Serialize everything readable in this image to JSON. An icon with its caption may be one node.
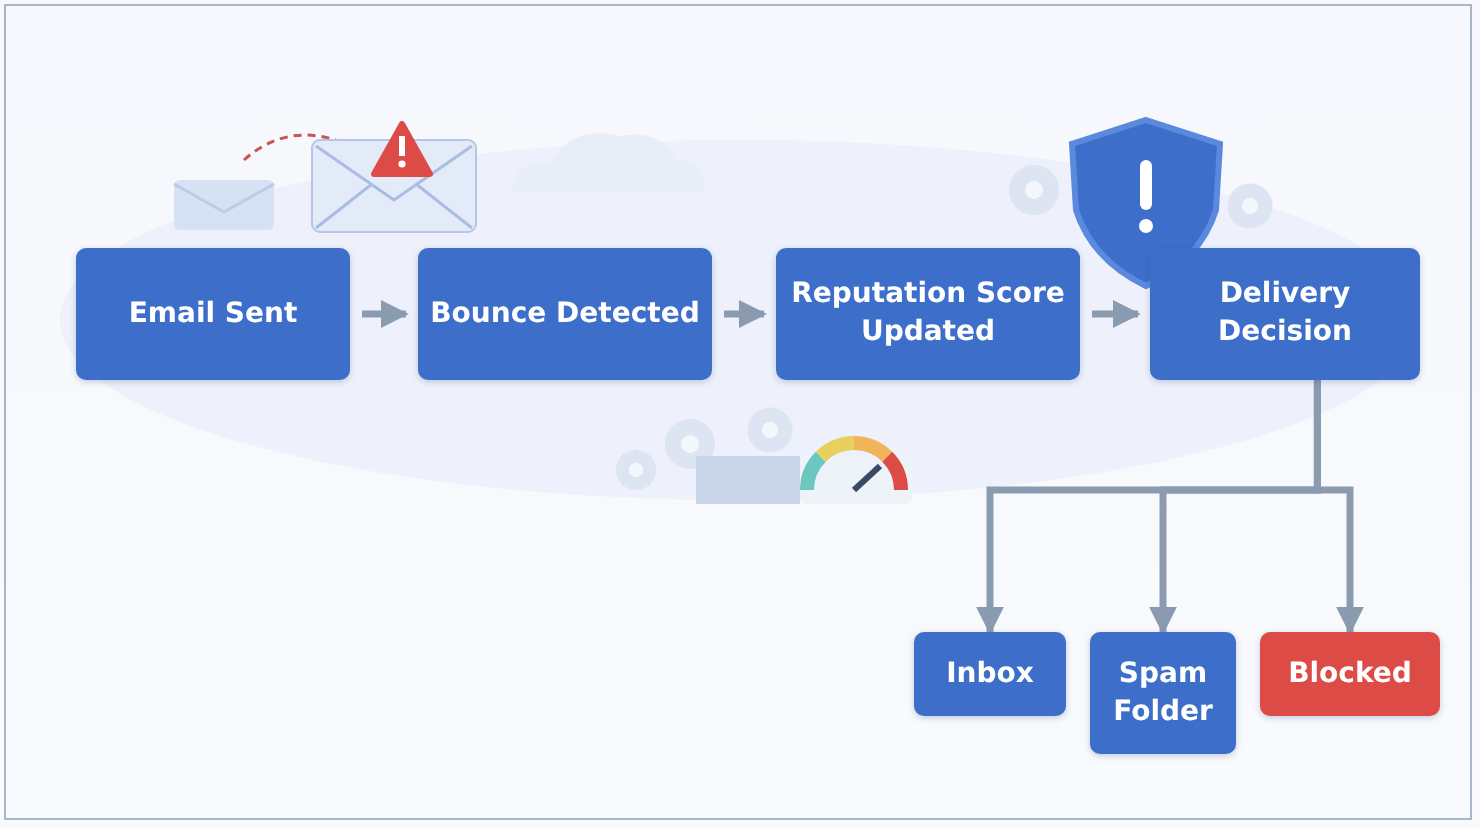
{
  "diagram": {
    "nodes": [
      {
        "text": [
          "Email Sent"
        ]
      },
      {
        "text": [
          "Bounce Detected"
        ]
      },
      {
        "text": [
          "Reputation Score Updated"
        ]
      },
      {
        "text": [
          "Delivery Decision"
        ]
      },
      {
        "text": [
          "Inbox"
        ]
      },
      {
        "text": [
          "Spam Folder"
        ]
      },
      {
        "text": [
          "Blocked"
        ]
      }
    ],
    "edges": [
      {
        "from": 0,
        "to": 1,
        "arrow": "to"
      },
      {
        "from": 1,
        "to": 2,
        "arrow": "to"
      },
      {
        "from": 2,
        "to": 3,
        "arrow": "to"
      },
      {
        "from": 3,
        "to": 4,
        "arrow": "to"
      },
      {
        "from": 3,
        "to": 5,
        "arrow": "to"
      },
      {
        "from": 3,
        "to": 6,
        "arrow": "to"
      }
    ]
  }
}
